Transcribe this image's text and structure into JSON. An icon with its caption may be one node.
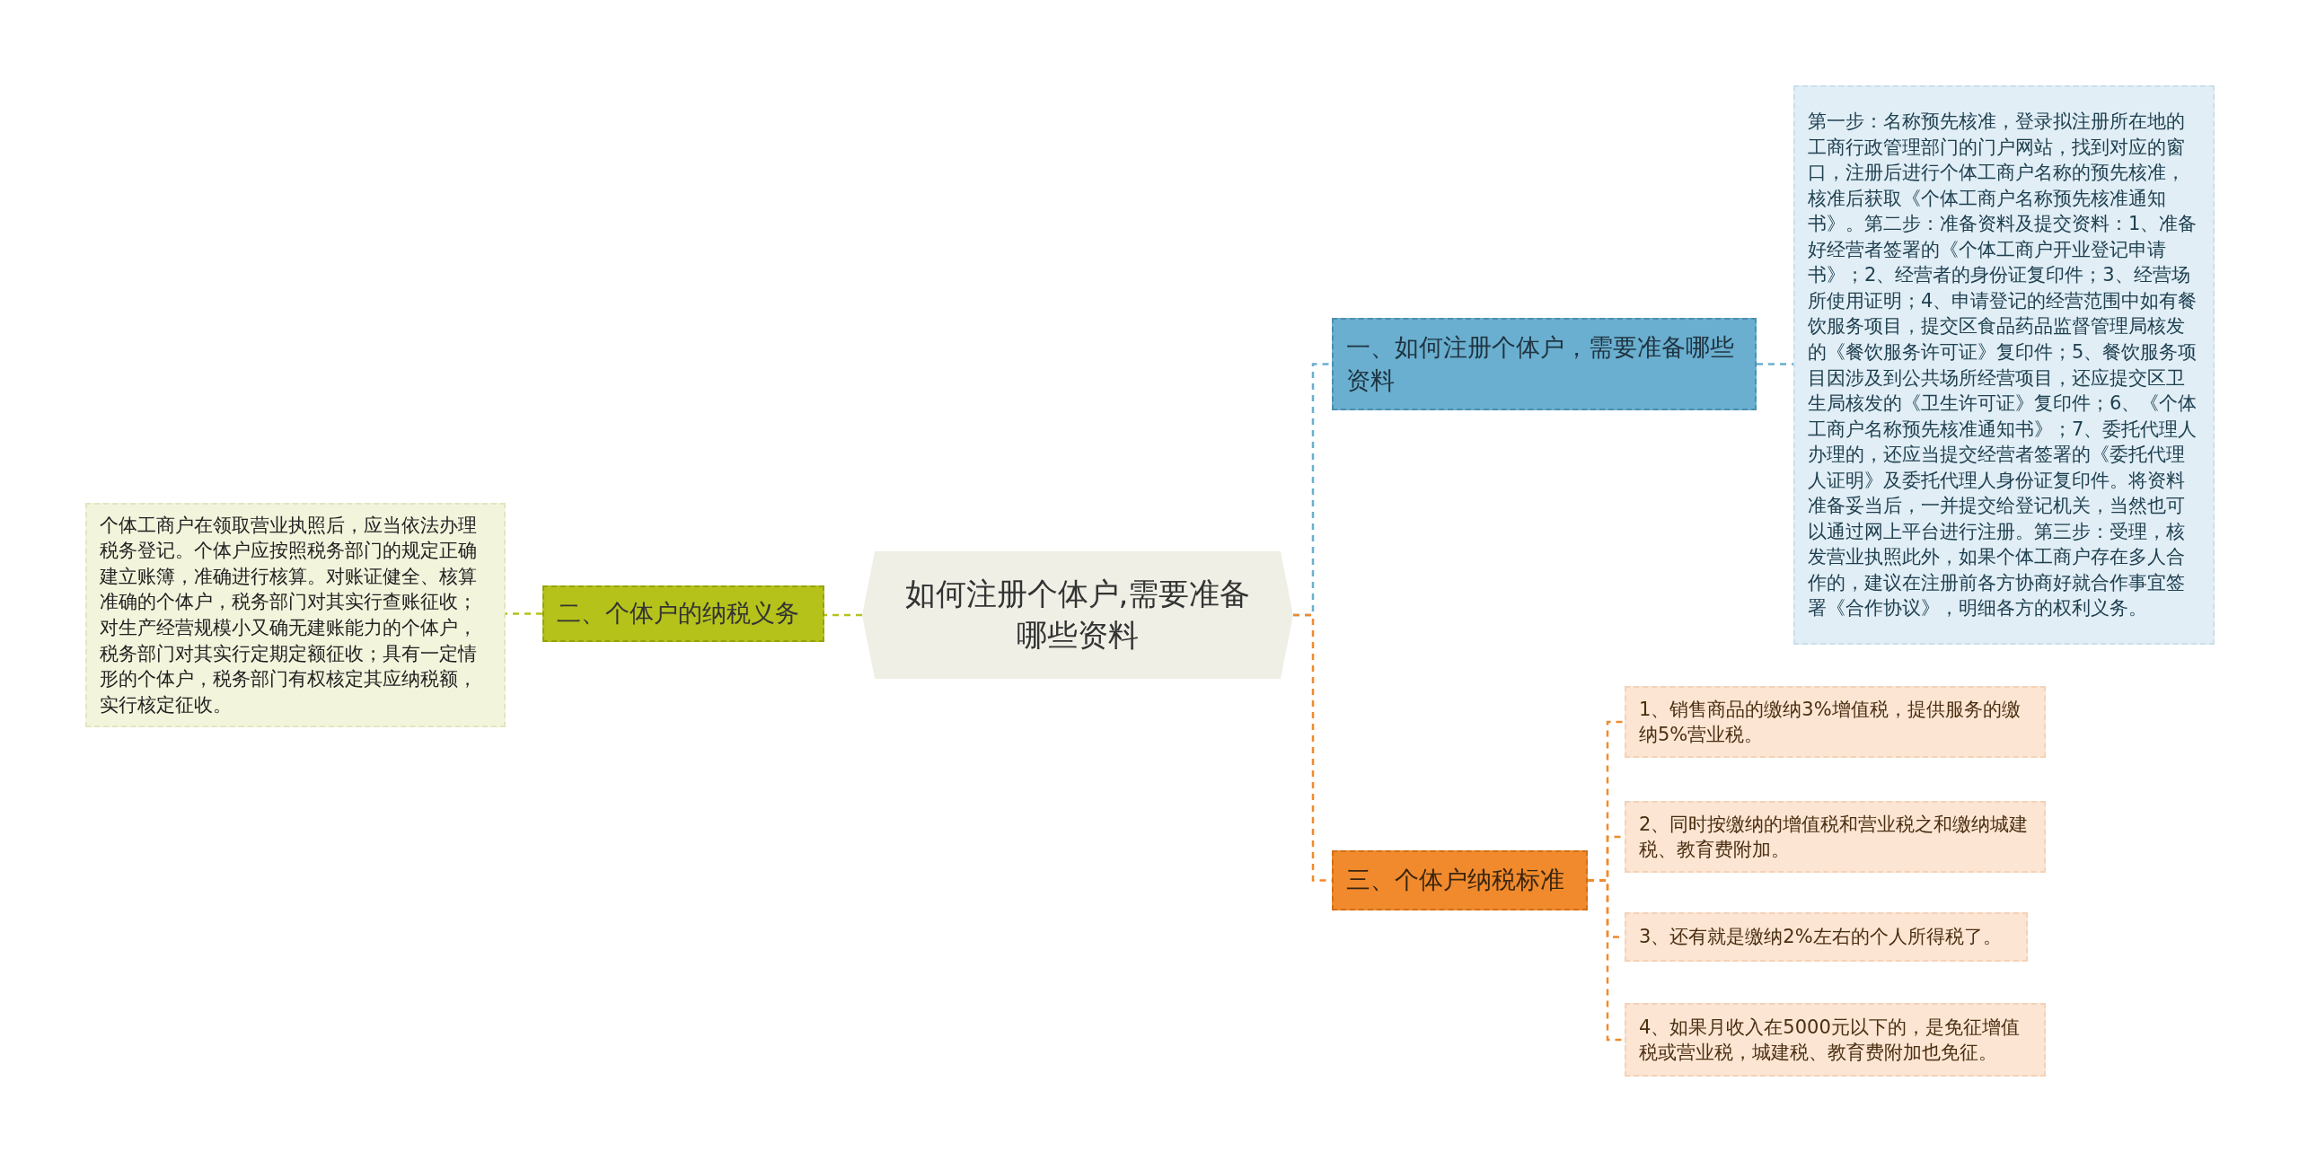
{
  "diagram": {
    "nodes": [
      {
        "text": [
          "如何注册个体户,需要准备哪些资料"
        ]
      },
      {
        "text": [
          "一、如何注册个体户，需要准备哪些资料"
        ]
      },
      {
        "text": [
          "第一步：名称预先核准，登录拟注册所在地的工商行政管理部门的门户网站，找到对应的窗口，注册后进行个体工商户名称的预先核准，核准后获取《个体工商户名称预先核准通知书》。第二步：准备资料及提交资料：1、准备好经营者签署的《个体工商户开业登记申请书》；2、经营者的身份证复印件；3、经营场所使用证明；4、申请登记的经营范围中如有餐饮服务项目，提交区食品药品监督管理局核发的《餐饮服务许可证》复印件；5、餐饮服务项目因涉及到公共场所经营项目，还应提交区卫生局核发的《卫生许可证》复印件；6、《个体工商户名称预先核准通知书》；7、委托代理人办理的，还应当提交经营者签署的《委托代理人证明》及委托代理人身份证复印件。将资料准备妥当后，一并提交给登记机关，当然也可以通过网上平台进行注册。第三步：受理，核发营业执照此外，如果个体工商户存在多人合作的，建议在注册前各方协商好就合作事宜签署《合作协议》，明细各方的权利义务。"
        ]
      },
      {
        "text": [
          "二、个体户的纳税义务"
        ]
      },
      {
        "text": [
          "个体工商户在领取营业执照后，应当依法办理税务登记。个体户应按照税务部门的规定正确建立账簿，准确进行核算。对账证健全、核算准确的个体户，税务部门对其实行查账征收；对生产经营规模小又确无建账能力的个体户，税务部门对其实行定期定额征收；具有一定情形的个体户，税务部门有权核定其应纳税额，实行核定征收。"
        ]
      },
      {
        "text": [
          "三、个体户纳税标准"
        ]
      },
      {
        "text": [
          "1、销售商品的缴纳3%增值税，提供服务的缴纳5%营业税。"
        ]
      },
      {
        "text": [
          "2、同时按缴纳的增值税和营业税之和缴纳城建税、教育费附加。"
        ]
      },
      {
        "text": [
          "3、还有就是缴纳2%左右的个人所得税了。"
        ]
      },
      {
        "text": [
          "4、如果月收入在5000元以下的，是免征增值税或营业税，城建税、教育费附加也免征。"
        ]
      }
    ],
    "edges": [
      {
        "from": 0,
        "to": 1,
        "arrow": "none",
        "style": "dashed",
        "color": "#6aafcf"
      },
      {
        "from": 1,
        "to": 2,
        "arrow": "none",
        "style": "dashed",
        "color": "#6aafcf"
      },
      {
        "from": 0,
        "to": 3,
        "arrow": "none",
        "style": "dashed",
        "color": "#b5c21a"
      },
      {
        "from": 3,
        "to": 4,
        "arrow": "none",
        "style": "dashed",
        "color": "#b5c21a"
      },
      {
        "from": 0,
        "to": 5,
        "arrow": "none",
        "style": "dashed",
        "color": "#f08a2c"
      },
      {
        "from": 5,
        "to": 6,
        "arrow": "none",
        "style": "dashed",
        "color": "#f08a2c"
      },
      {
        "from": 5,
        "to": 7,
        "arrow": "none",
        "style": "dashed",
        "color": "#f08a2c"
      },
      {
        "from": 5,
        "to": 8,
        "arrow": "none",
        "style": "dashed",
        "color": "#f08a2c"
      },
      {
        "from": 5,
        "to": 9,
        "arrow": "none",
        "style": "dashed",
        "color": "#f08a2c"
      }
    ]
  }
}
